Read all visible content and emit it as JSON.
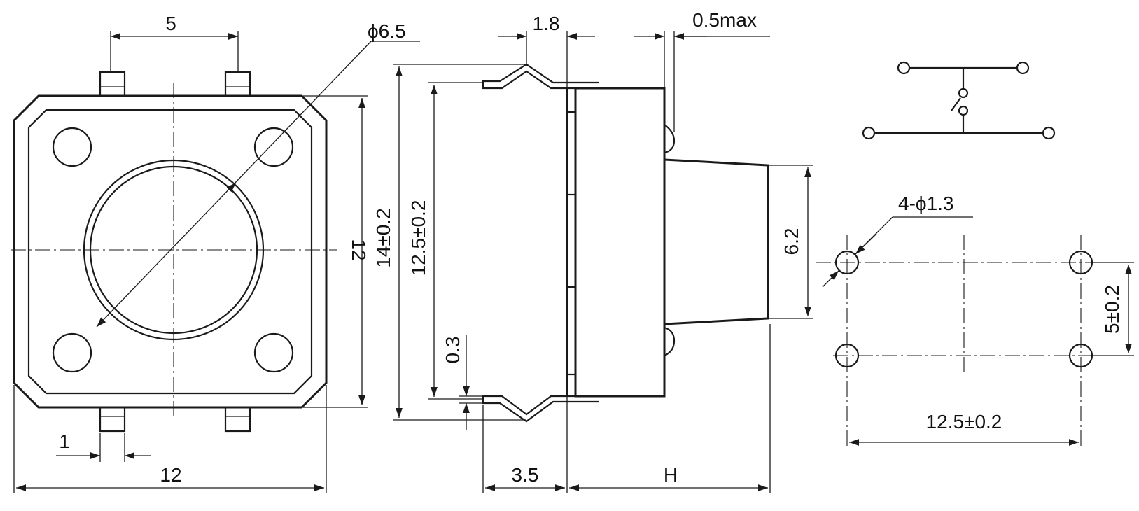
{
  "colors": {
    "line": "#1a1a1a",
    "background": "#ffffff"
  },
  "top_view": {
    "dim_pin_pitch": "5",
    "dim_button_dia": "ϕ6.5",
    "dim_body_height": "12",
    "dim_body_width": "12",
    "dim_pin_width": "1"
  },
  "side_view": {
    "dim_lead_offset": "1.8",
    "dim_protrusion": "0.5max",
    "dim_total_span": "14±0.2",
    "dim_body_span": "12.5±0.2",
    "dim_lead_thickness": "0.3",
    "dim_stem_width": "6.2",
    "dim_base_height": "3.5",
    "dim_overall_height": "H"
  },
  "footprint": {
    "dim_hole_dia": "4-ϕ1.3",
    "dim_row_spacing": "5±0.2",
    "dim_col_spacing": "12.5±0.2"
  },
  "schematic": {
    "symbol": "switch-symbol"
  }
}
